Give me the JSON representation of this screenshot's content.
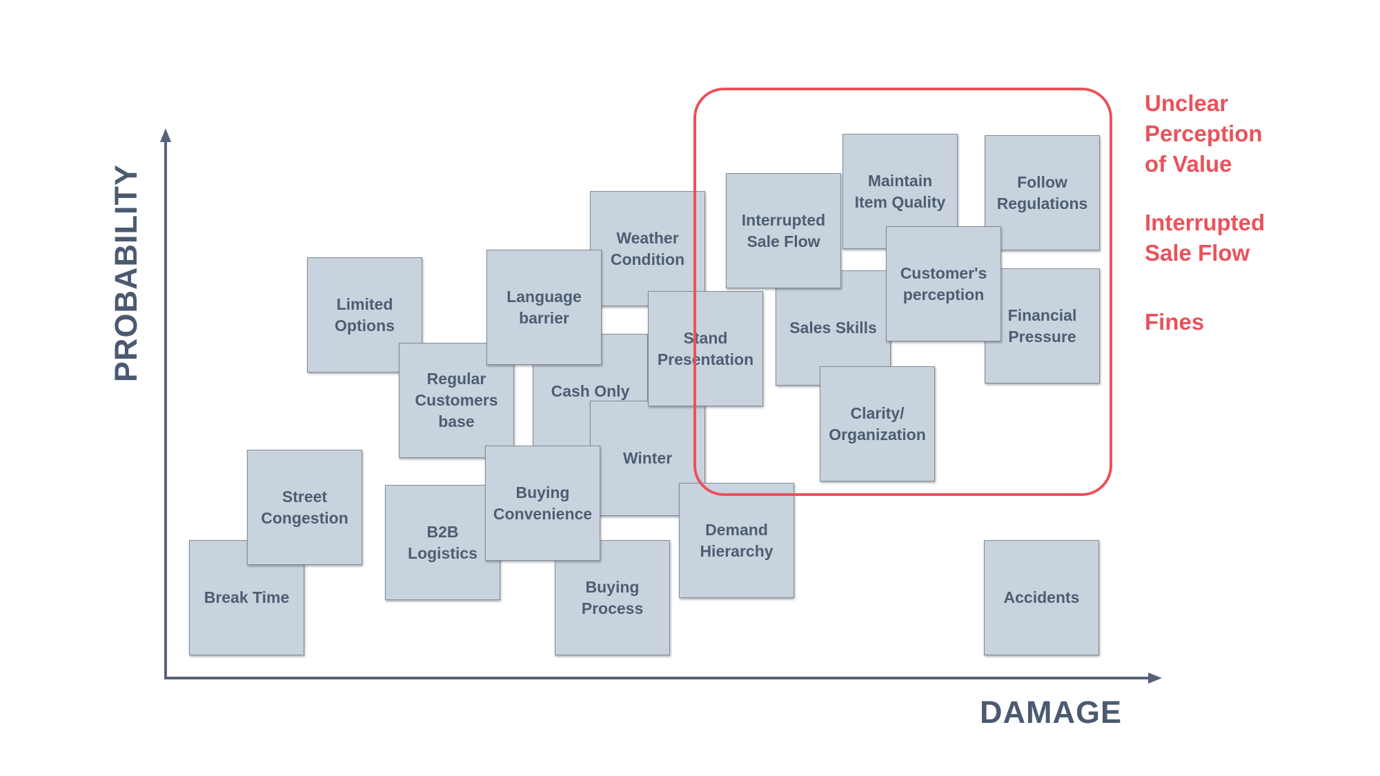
{
  "axes": {
    "y_title": "PROBABILITY",
    "x_title": "DAMAGE"
  },
  "cards": {
    "limited_options": "Limited\nOptions",
    "regular_customers_base": "Regular\nCustomers\nbase",
    "street_congestion": "Street\nCongestion",
    "break_time": "Break Time",
    "b2b_logistics": "B2B\nLogistics",
    "language_barrier": "Language\nbarrier",
    "cash_only": "Cash Only",
    "weather_condition": "Weather\nCondition",
    "winter": "Winter",
    "buying_convenience": "Buying\nConvenience",
    "buying_process": "Buying\nProcess",
    "stand_presentation": "Stand\nPresentation",
    "demand_hierarchy": "Demand\nHierarchy",
    "interrupted_sale_flow": "Interrupted\nSale Flow",
    "sales_skills": "Sales Skills",
    "maintain_item_quality": "Maintain\nItem Quality",
    "customers_perception": "Customer's\nperception",
    "clarity_organization": "Clarity/\nOrganization",
    "follow_regulations": "Follow\nRegulations",
    "financial_pressure": "Financial\nPressure",
    "accidents": "Accidents"
  },
  "legend": {
    "unclear_perception": "Unclear\nPerception\nof Value",
    "interrupted_sale_flow": "Interrupted\nSale Flow",
    "fines": "Fines"
  },
  "colors": {
    "card_fill": "#c9d3de",
    "card_text": "#4d5d72",
    "axis": "#4b5a70",
    "highlight": "#e9525a"
  }
}
